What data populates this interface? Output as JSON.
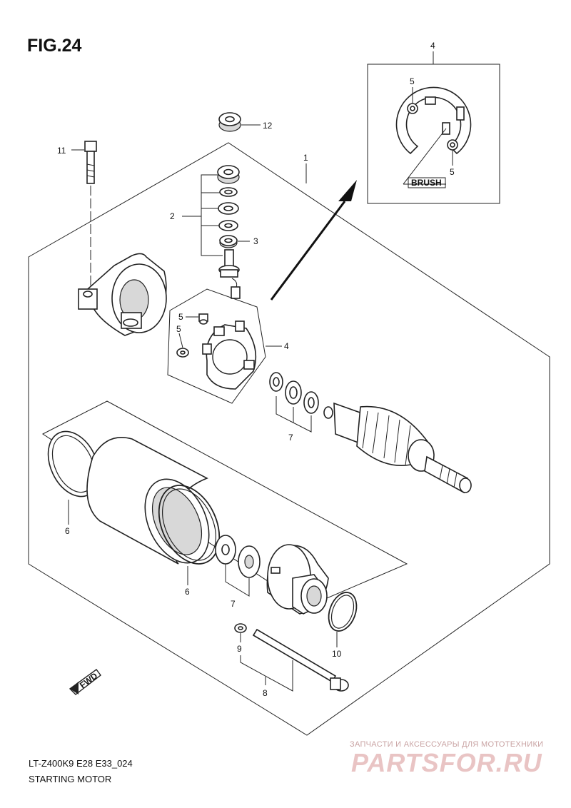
{
  "figure": {
    "title": "FIG.24",
    "model_code": "LT-Z400K9 E28 E33_024",
    "model_name": "STARTING MOTOR"
  },
  "inset": {
    "label": "BRUSH"
  },
  "direction_badge": "FWD",
  "callouts": {
    "c1": "1",
    "c2": "2",
    "c3": "3",
    "c4_inset": "4",
    "c4": "4",
    "c5_inset_top": "5",
    "c5_inset_bottom": "5",
    "c5_a": "5",
    "c5_b": "5",
    "c6_a": "6",
    "c6_b": "6",
    "c7_a": "7",
    "c7_b": "7",
    "c8": "8",
    "c9": "9",
    "c10": "10",
    "c11": "11",
    "c12": "12"
  },
  "watermark": {
    "top": "ЗАПЧАСТИ И АКСЕССУАРЫ ДЛЯ МОТОТЕХНИКИ",
    "main": "PARTSFOR.RU"
  }
}
